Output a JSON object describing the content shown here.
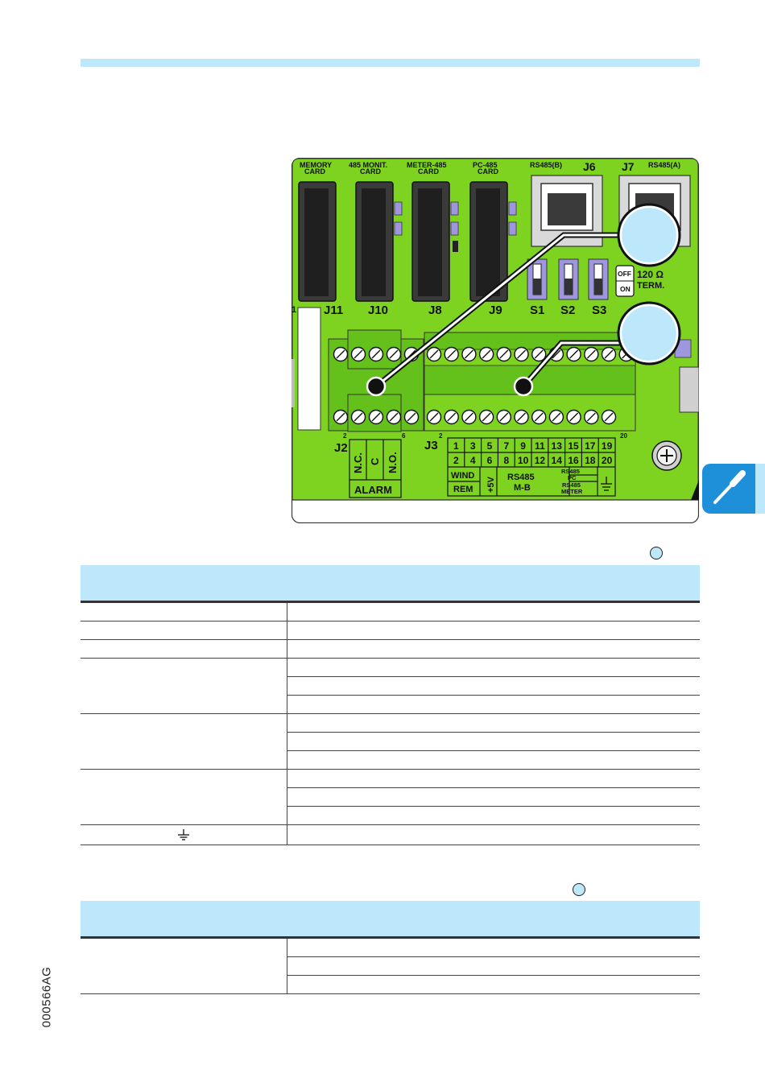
{
  "document_code": "000566AG",
  "diagram": {
    "slot_labels": [
      "MEMORY CARD",
      "485 MONIT. CARD",
      "METER-485 CARD",
      "PC-485 CARD"
    ],
    "connector_ids": [
      "J11",
      "J10",
      "J8",
      "J9",
      "S1",
      "S2",
      "S3",
      "J6",
      "J7",
      "J2",
      "J3"
    ],
    "port_labels": [
      "RS485(B)",
      "RS485(A)"
    ],
    "switch_labels": {
      "off": "OFF",
      "on": "ON",
      "resistor": "120 Ω",
      "term": "TERM."
    },
    "j2_terminal_labels": [
      "N.C.",
      "C",
      "N.O."
    ],
    "j2_group_label": "ALARM",
    "j2_pin_numbers": [
      "2",
      "6"
    ],
    "j3_pin_numbers": [
      "2",
      "20"
    ],
    "j3_odd_pins": [
      "1",
      "3",
      "5",
      "7",
      "9",
      "11",
      "13",
      "15",
      "17",
      "19"
    ],
    "j3_even_pins": [
      "2",
      "4",
      "6",
      "8",
      "10",
      "12",
      "14",
      "16",
      "18",
      "20"
    ],
    "j3_group_labels": [
      "WIND",
      "REM",
      "+5V",
      "RS485",
      "M-B",
      "RS485",
      "PC",
      "RS485",
      "METER"
    ]
  },
  "table1": {
    "row_count": 13
  },
  "table2": {
    "row_count": 3
  }
}
